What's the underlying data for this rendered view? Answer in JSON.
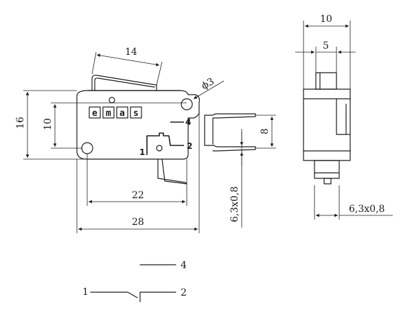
{
  "brand_logo_letters": [
    "e",
    "m",
    "a",
    "s"
  ],
  "front_view": {
    "dim_lever": "14",
    "dim_hole_diameter": "ϕ3",
    "dim_height_outer": "16",
    "dim_height_inner": "10",
    "dim_terminal_spacing": "8",
    "dim_terminal_size": "6,3x0,8",
    "dim_width_inner": "22",
    "dim_width_outer": "28",
    "terminal_labels": [
      "4",
      "2",
      "1"
    ]
  },
  "side_view": {
    "dim_width_outer": "10",
    "dim_width_inner": "5",
    "dim_terminal_size": "6,3x0,8"
  },
  "schematic": {
    "labels": [
      "4",
      "1",
      "2"
    ]
  }
}
